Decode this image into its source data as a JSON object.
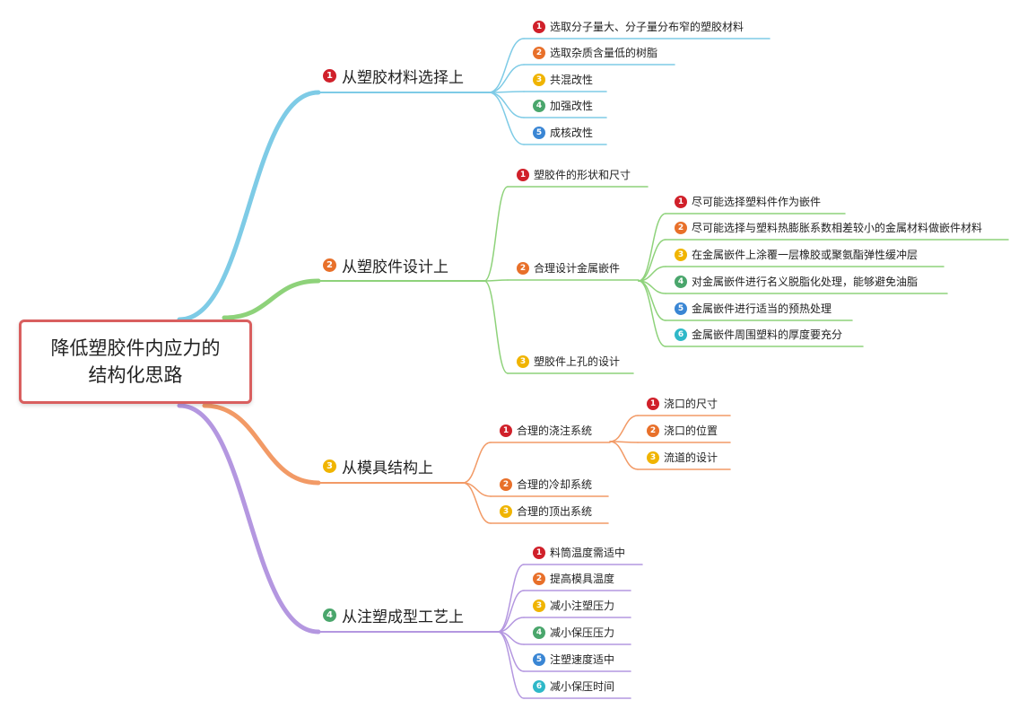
{
  "root": {
    "line1": "降低塑胶件内应力的",
    "line2": "结构化思路"
  },
  "badge_colors": {
    "1": "#d0202a",
    "2": "#e8702a",
    "3": "#f0b400",
    "4": "#4aa66c",
    "5": "#3a86d4",
    "6": "#2fb8c8"
  },
  "branch_colors": {
    "b1": "#7ecbe6",
    "b2": "#8ed27a",
    "b3": "#f29a66",
    "b4": "#b497e0"
  },
  "branches": {
    "b1": {
      "num": "1",
      "label": "从塑胶材料选择上",
      "items": [
        {
          "num": "1",
          "label": "选取分子量大、分子量分布窄的塑胶材料"
        },
        {
          "num": "2",
          "label": "选取杂质含量低的树脂"
        },
        {
          "num": "3",
          "label": "共混改性"
        },
        {
          "num": "4",
          "label": "加强改性"
        },
        {
          "num": "5",
          "label": "成核改性"
        }
      ]
    },
    "b2": {
      "num": "2",
      "label": "从塑胶件设计上",
      "items": [
        {
          "num": "1",
          "label": "塑胶件的形状和尺寸"
        },
        {
          "num": "2",
          "label": "合理设计金属嵌件",
          "children": [
            {
              "num": "1",
              "label": "尽可能选择塑料件作为嵌件"
            },
            {
              "num": "2",
              "label": "尽可能选择与塑料热膨胀系数相差较小的金属材料做嵌件材料"
            },
            {
              "num": "3",
              "label": "在金属嵌件上涂覆一层橡胶或聚氨酯弹性缓冲层"
            },
            {
              "num": "4",
              "label": "对金属嵌件进行名义脱脂化处理，能够避免油脂"
            },
            {
              "num": "5",
              "label": "金属嵌件进行适当的预热处理"
            },
            {
              "num": "6",
              "label": "金属嵌件周围塑料的厚度要充分"
            }
          ]
        },
        {
          "num": "3",
          "label": "塑胶件上孔的设计"
        }
      ]
    },
    "b3": {
      "num": "3",
      "label": "从模具结构上",
      "items": [
        {
          "num": "1",
          "label": "合理的浇注系统",
          "children": [
            {
              "num": "1",
              "label": "浇口的尺寸"
            },
            {
              "num": "2",
              "label": "浇口的位置"
            },
            {
              "num": "3",
              "label": "流道的设计"
            }
          ]
        },
        {
          "num": "2",
          "label": "合理的冷却系统"
        },
        {
          "num": "3",
          "label": "合理的顶出系统"
        }
      ]
    },
    "b4": {
      "num": "4",
      "label": "从注塑成型工艺上",
      "items": [
        {
          "num": "1",
          "label": "料筒温度需适中"
        },
        {
          "num": "2",
          "label": "提高模具温度"
        },
        {
          "num": "3",
          "label": "减小注塑压力"
        },
        {
          "num": "4",
          "label": "减小保压压力"
        },
        {
          "num": "5",
          "label": "注塑速度适中"
        },
        {
          "num": "6",
          "label": "减小保压时间"
        }
      ]
    }
  }
}
